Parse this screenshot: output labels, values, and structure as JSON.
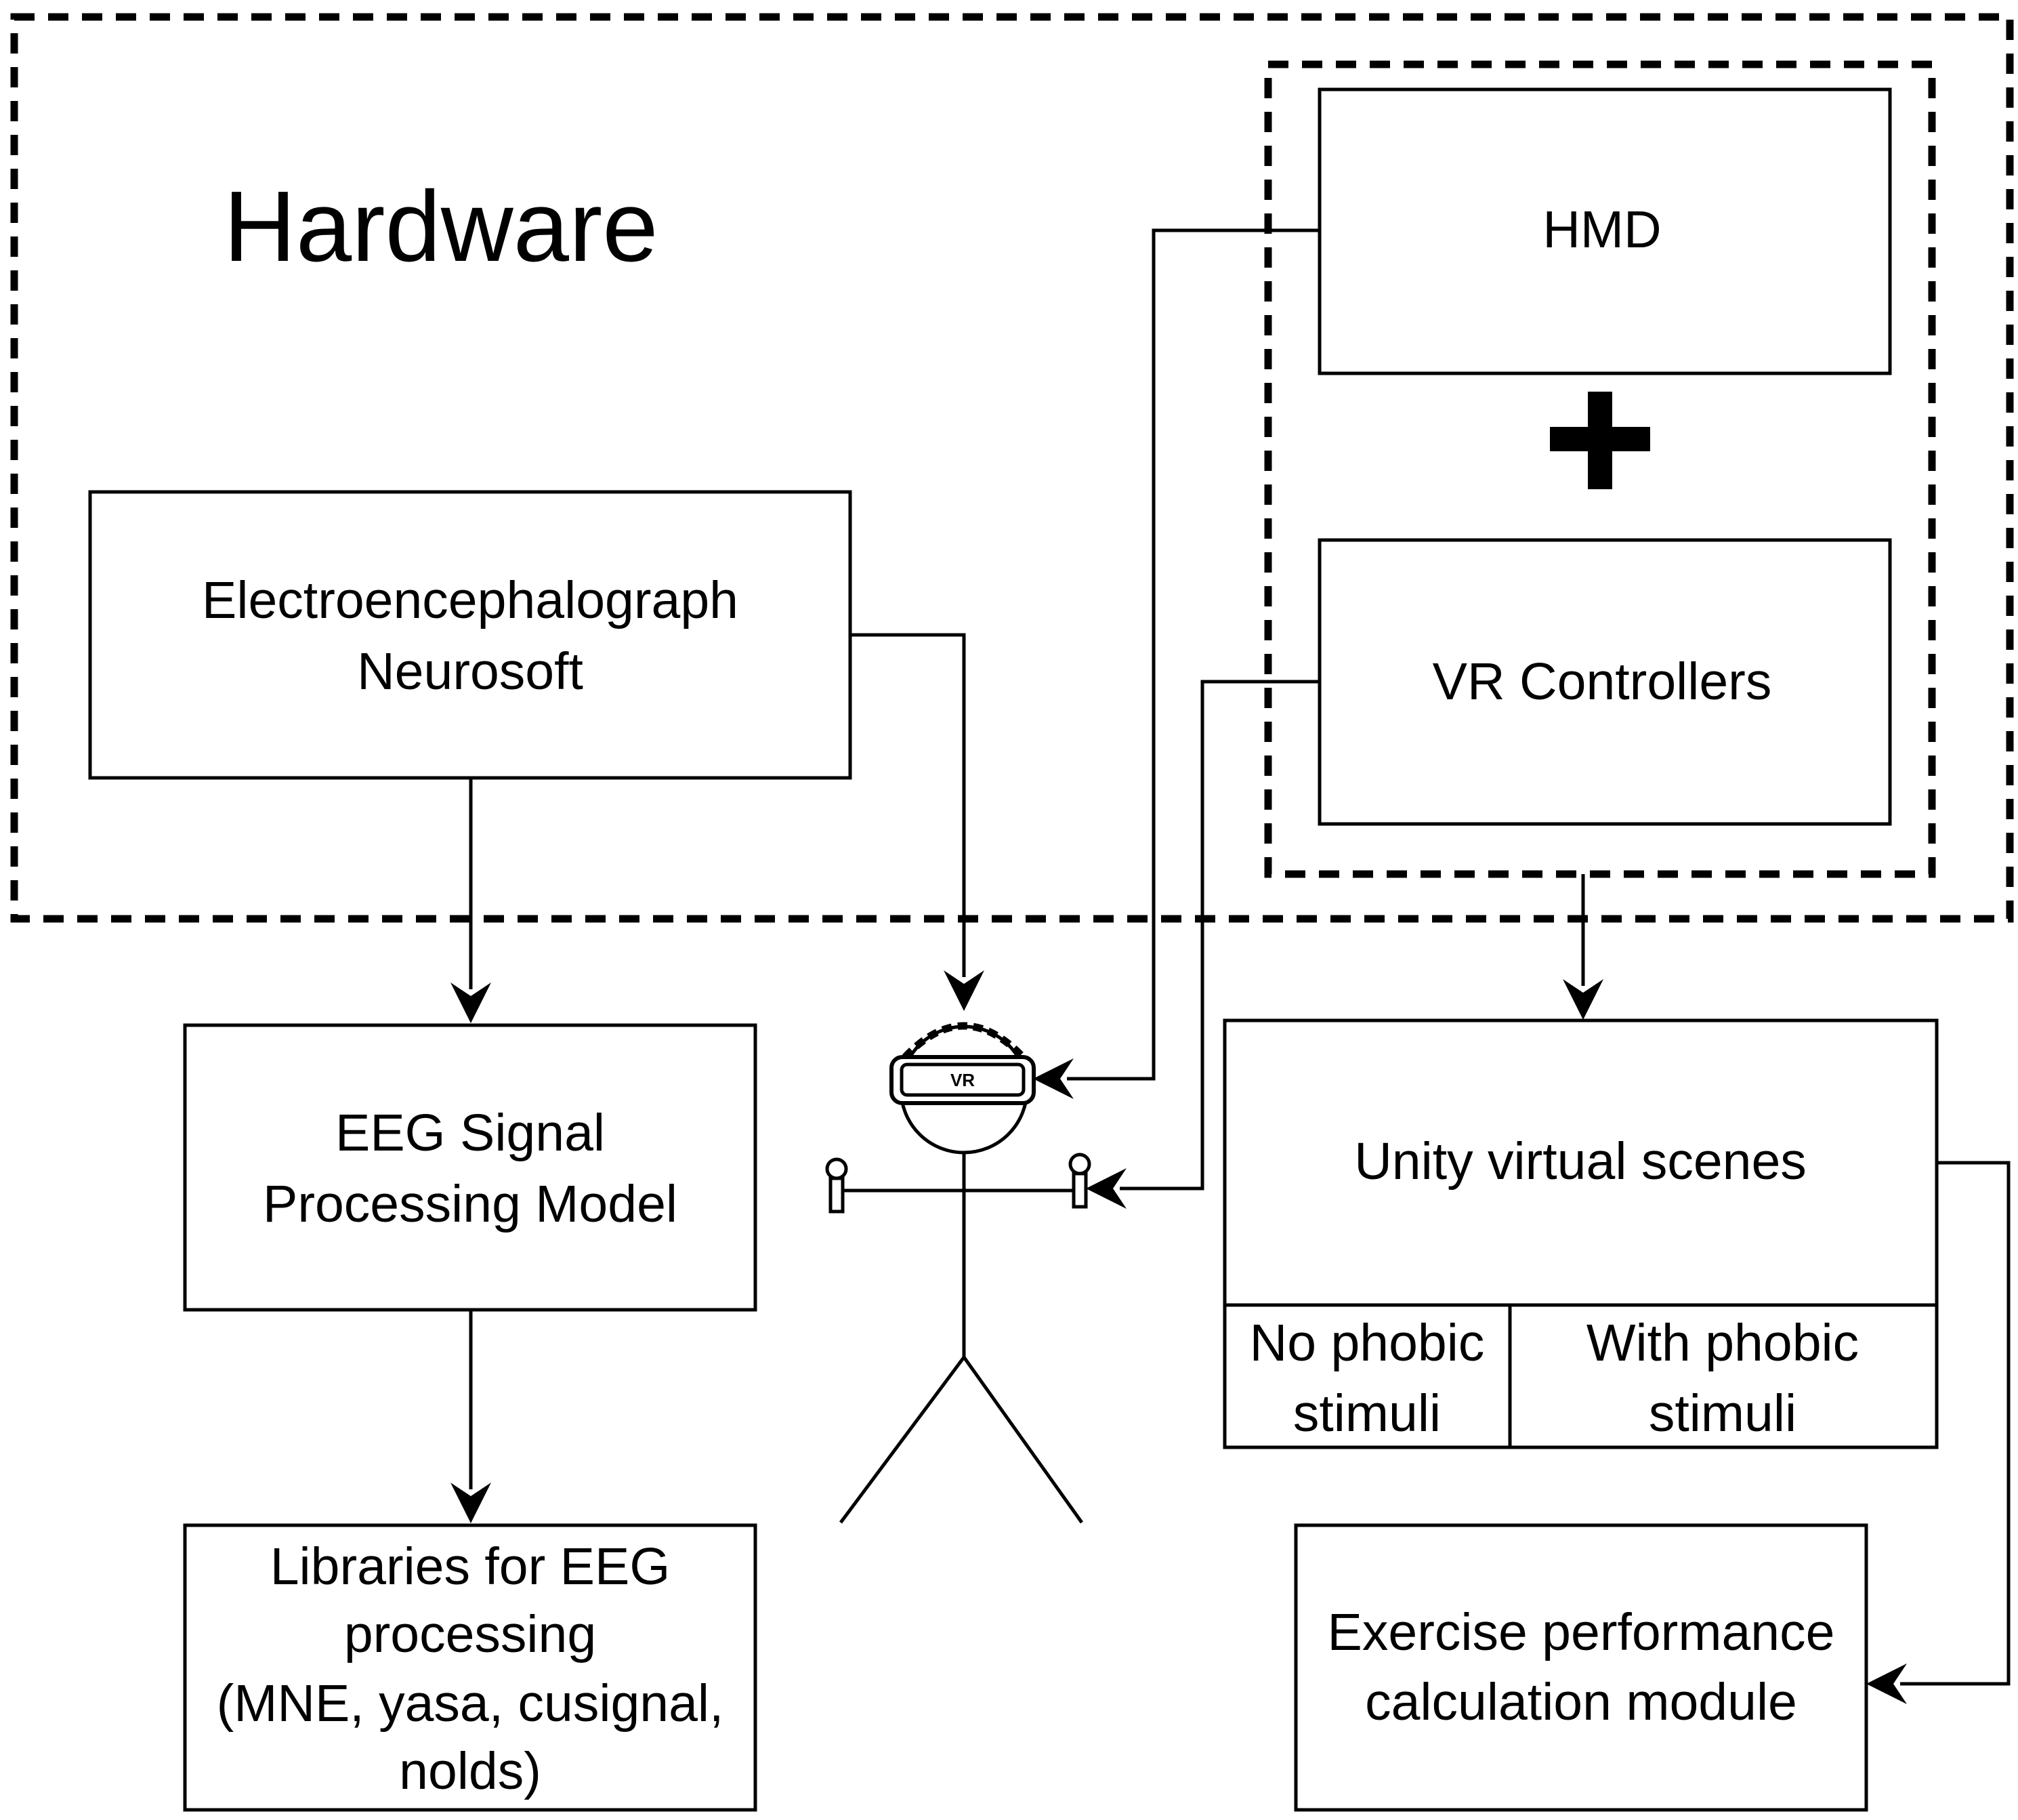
{
  "hardware": {
    "title": "Hardware"
  },
  "eeg_device": {
    "line1": "Electroencephalograph",
    "line2": "Neurosoft"
  },
  "hmd": {
    "label": "HMD"
  },
  "controllers": {
    "label": "VR Controllers"
  },
  "signal_model": {
    "line1": "EEG Signal",
    "line2": "Processing Model"
  },
  "libraries": {
    "line1": "Libraries for EEG",
    "line2": "processing",
    "line3": "(MNE, yasa, cusignal,",
    "line4": "nolds)"
  },
  "unity": {
    "label": "Unity virtual scenes",
    "no_phobic": {
      "line1": "No phobic",
      "line2": "stimuli"
    },
    "with_phobic": {
      "line1": "With phobic",
      "line2": "stimuli"
    }
  },
  "exercise": {
    "line1": "Exercise performance",
    "line2": "calculation module"
  },
  "user": {
    "headset_tag": "VR"
  },
  "colors": {
    "stroke": "#000000",
    "background": "#ffffff"
  },
  "icons": {
    "plus": "plus-icon",
    "user": "vr-user-figure"
  }
}
